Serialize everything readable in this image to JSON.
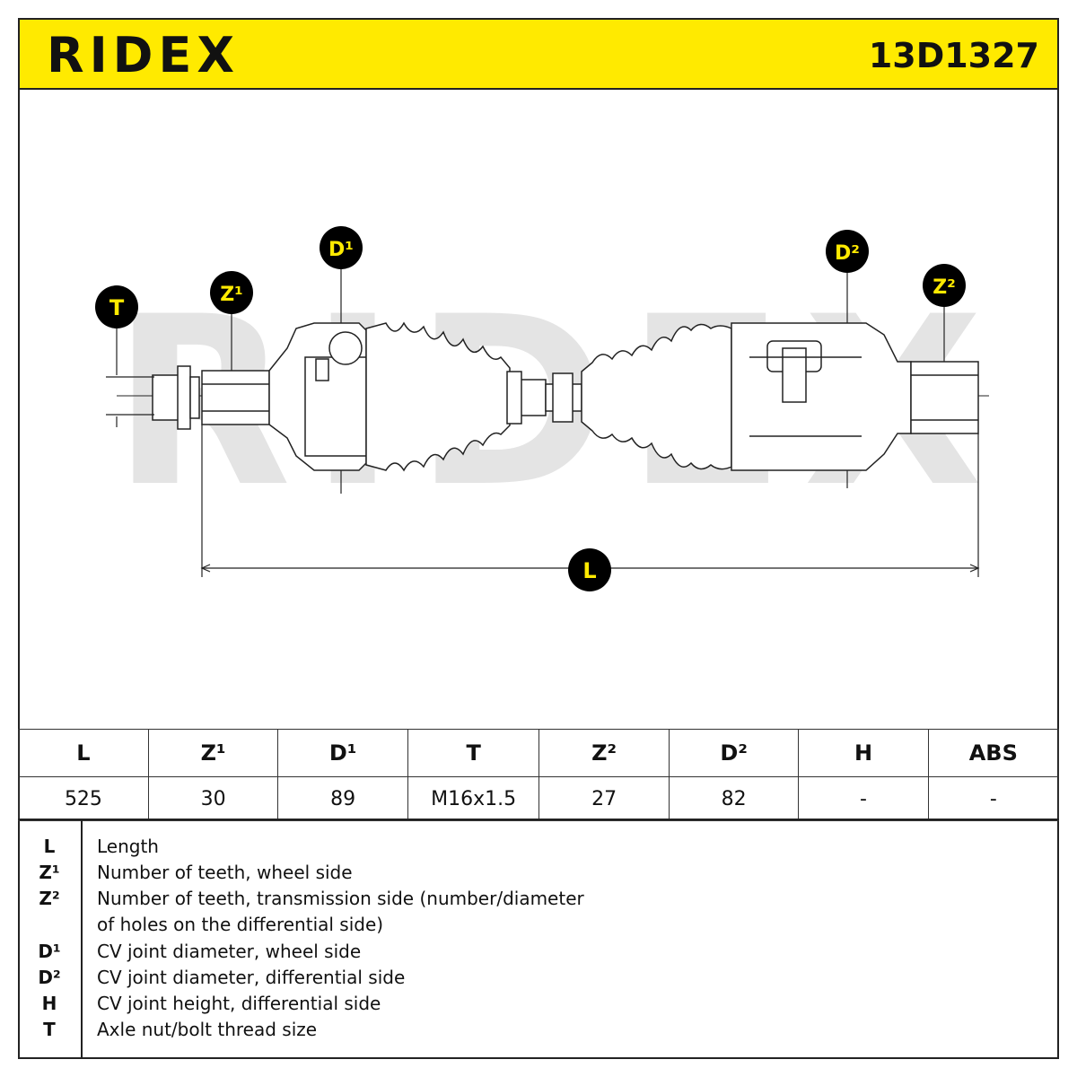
{
  "header": {
    "brand": "RIDEX",
    "part_number": "13D1327"
  },
  "callouts": {
    "t": "T",
    "z1": "Z¹",
    "d1": "D¹",
    "d2": "D²",
    "z2": "Z²",
    "l": "L"
  },
  "watermark": "RIDEX",
  "colors": {
    "accent": "#ffea00",
    "line": "#222222",
    "callout_fill": "#000000",
    "callout_text": "#ffea00"
  },
  "spec_table": {
    "headers": [
      "L",
      "Z¹",
      "D¹",
      "T",
      "Z²",
      "D²",
      "H",
      "ABS"
    ],
    "values": [
      "525",
      "30",
      "89",
      "M16x1.5",
      "27",
      "82",
      "-",
      "-"
    ]
  },
  "legend": [
    {
      "symbol": "L",
      "text": "Length"
    },
    {
      "symbol": "Z¹",
      "text": "Number of teeth, wheel side"
    },
    {
      "symbol": "Z²",
      "text": "Number of teeth, transmission side (number/diameter"
    },
    {
      "symbol": "",
      "text": "of holes on the differential side)"
    },
    {
      "symbol": "D¹",
      "text": "CV joint diameter, wheel side"
    },
    {
      "symbol": "D²",
      "text": "CV joint diameter, differential side"
    },
    {
      "symbol": "H",
      "text": "CV joint height, differential side"
    },
    {
      "symbol": "T",
      "text": "Axle nut/bolt thread size"
    }
  ]
}
